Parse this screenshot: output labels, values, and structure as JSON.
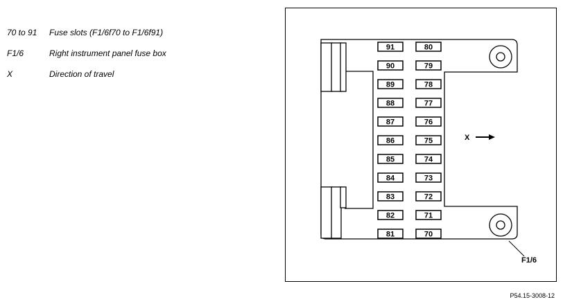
{
  "legend": [
    {
      "key": "70 to 91",
      "desc": "Fuse slots (F1/6f70 to F1/6f91)"
    },
    {
      "key": "F1/6",
      "desc": "Right instrument panel fuse box"
    },
    {
      "key": "X",
      "desc": "Direction of travel"
    }
  ],
  "fuses": {
    "left_column": [
      "91",
      "90",
      "89",
      "88",
      "87",
      "86",
      "85",
      "84",
      "83",
      "82",
      "81"
    ],
    "right_column": [
      "80",
      "79",
      "78",
      "77",
      "76",
      "75",
      "74",
      "73",
      "72",
      "71",
      "70"
    ]
  },
  "labels": {
    "direction": "X",
    "component": "F1/6"
  },
  "reference": "P54.15-3008-12"
}
